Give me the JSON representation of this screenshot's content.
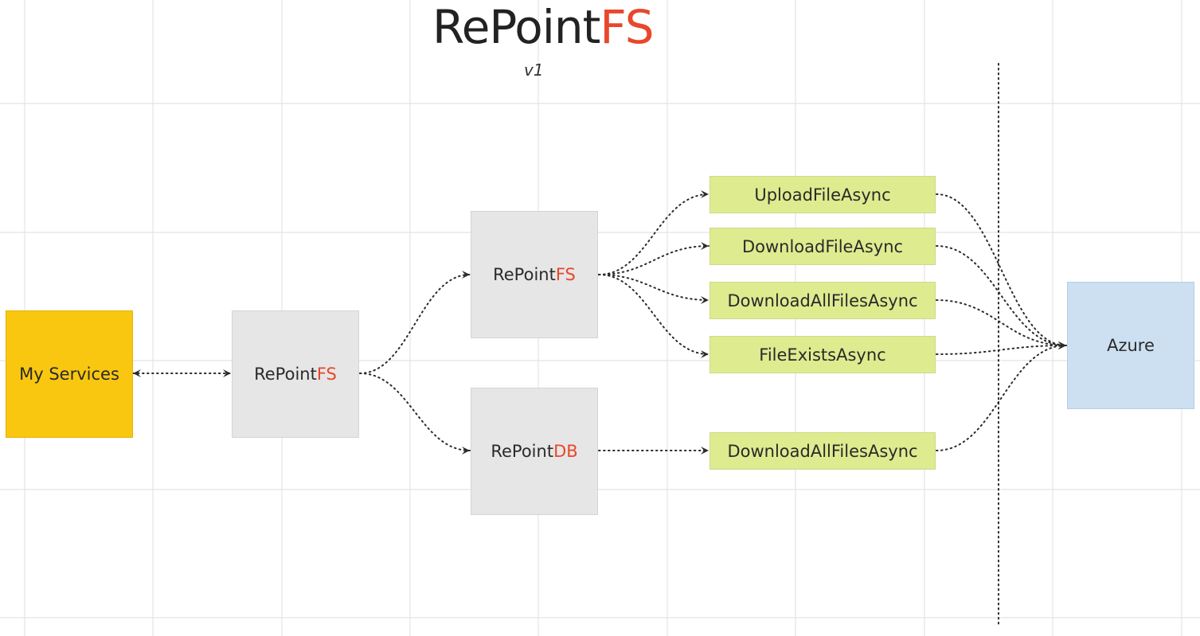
{
  "title": {
    "main": "RePoint",
    "accent": "FS",
    "version": "v1"
  },
  "colors": {
    "accent": "#e8472b",
    "services": "#f9c710",
    "component": "#e6e6e6",
    "method": "#dfeb8f",
    "cloud": "#cde0f1"
  },
  "nodes": {
    "my_services": "My Services",
    "repoint_fs": {
      "main": "RePoint",
      "accent": "FS"
    },
    "repoint_fs_inner": {
      "main": "RePoint",
      "accent": "FS"
    },
    "repoint_db": {
      "main": "RePoint",
      "accent": "DB"
    },
    "upload_file": "UploadFileAsync",
    "download_file": "DownloadFileAsync",
    "download_all_files": "DownloadAllFilesAsync",
    "file_exists": "FileExistsAsync",
    "db_download_all_files": "DownloadAllFilesAsync",
    "azure": "Azure"
  },
  "edges": [
    {
      "from": "my_services",
      "to": "repoint_fs",
      "bidirectional": true
    },
    {
      "from": "repoint_fs",
      "to": "repoint_fs_inner"
    },
    {
      "from": "repoint_fs",
      "to": "repoint_db"
    },
    {
      "from": "repoint_fs_inner",
      "to": "upload_file"
    },
    {
      "from": "repoint_fs_inner",
      "to": "download_file"
    },
    {
      "from": "repoint_fs_inner",
      "to": "download_all_files"
    },
    {
      "from": "repoint_fs_inner",
      "to": "file_exists"
    },
    {
      "from": "repoint_db",
      "to": "db_download_all_files"
    },
    {
      "from": "upload_file",
      "to": "azure"
    },
    {
      "from": "download_file",
      "to": "azure"
    },
    {
      "from": "download_all_files",
      "to": "azure"
    },
    {
      "from": "file_exists",
      "to": "azure"
    },
    {
      "from": "db_download_all_files",
      "to": "azure"
    }
  ]
}
